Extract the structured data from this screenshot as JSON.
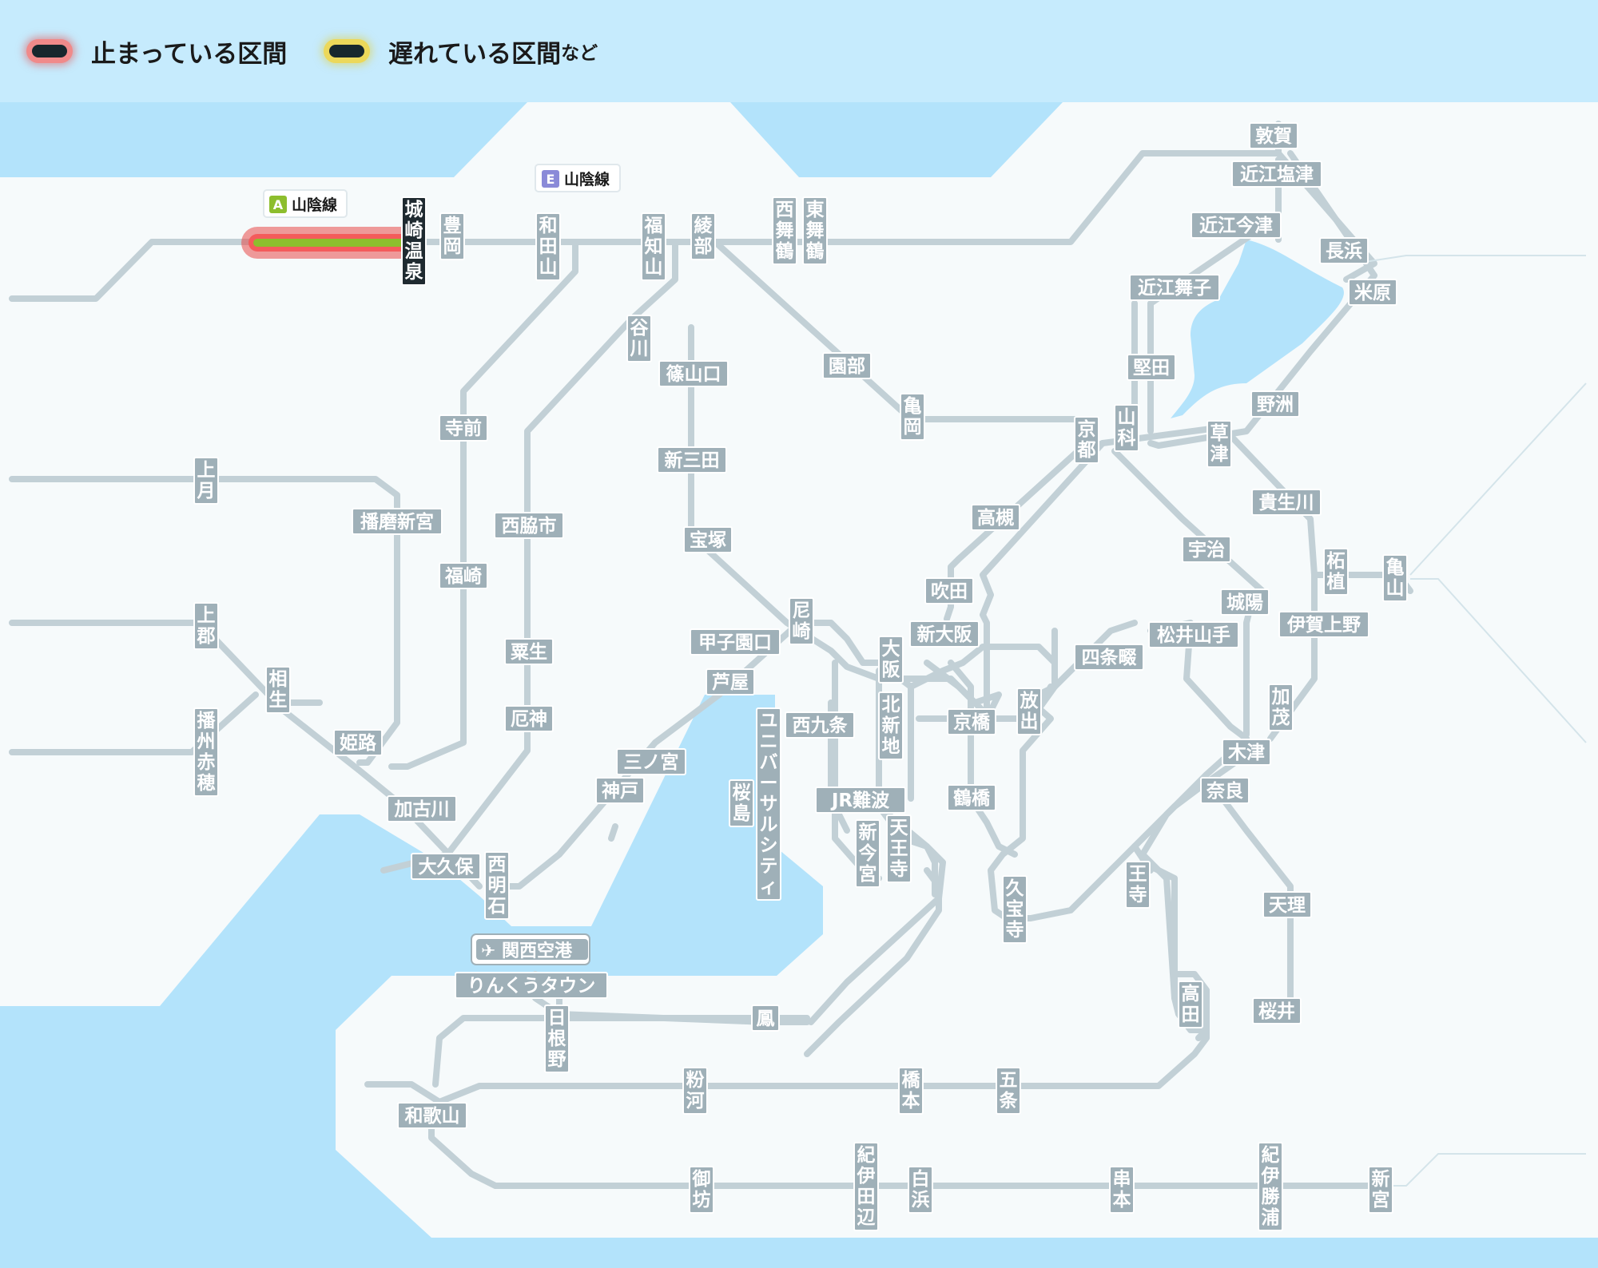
{
  "legend": {
    "stopped": "止まっている区間",
    "delayed": "遅れている区間",
    "delayed_suffix": "など",
    "stopped_color": "#e84a4a",
    "delayed_color": "#e3cf36"
  },
  "line_labels": [
    {
      "badge": "A",
      "name": "山陰線",
      "badge_color": "#8dbe2d"
    },
    {
      "badge": "E",
      "name": "山陰線",
      "badge_color": "#8a8ad8"
    }
  ],
  "airport": {
    "name": "関西空港",
    "icon": "airplane-icon"
  },
  "stations": {
    "kinosaki": "城崎温泉",
    "toyooka": "豊岡",
    "wadayama": "和田山",
    "fukuchiyama": "福知山",
    "ayabe": "綾部",
    "nishimaizuru": "西舞鶴",
    "higashimaizuru": "東舞鶴",
    "tsuruga": "敦賀",
    "omishiotsu": "近江塩津",
    "omiimazu": "近江今津",
    "nagahama": "長浜",
    "maibara": "米原",
    "omimaiko": "近江舞子",
    "katata": "堅田",
    "yasu": "野洲",
    "kusatsu": "草津",
    "yamashina": "山科",
    "kyoto": "京都",
    "sonobe": "園部",
    "kameoka": "亀岡",
    "tanigawa": "谷川",
    "sasayamaguchi": "篠山口",
    "shinsanda": "新三田",
    "takarazuka": "宝塚",
    "teramae": "寺前",
    "kozuki": "上月",
    "harimashingu": "播磨新宮",
    "nishiwakishi": "西脇市",
    "fukusaki": "福崎",
    "kamigori": "上郡",
    "aioi": "相生",
    "banshuako": "播州赤穂",
    "himeji": "姫路",
    "ao": "粟生",
    "yakujin": "厄神",
    "kakogawa": "加古川",
    "okubo": "大久保",
    "nishiakashi": "西明石",
    "sannomiya": "三ノ宮",
    "kobe": "神戸",
    "ashiya": "芦屋",
    "koshienguchi": "甲子園口",
    "amagasaki": "尼崎",
    "takatsuki": "高槻",
    "suita": "吹田",
    "shinosaka": "新大阪",
    "osaka": "大阪",
    "kitashinchi": "北新地",
    "nishikujo": "西九条",
    "universal": "ユニバーサルシティ",
    "sakurajima": "桜島",
    "kyobashi": "京橋",
    "hanaten": "放出",
    "tsuruhashi": "鶴橋",
    "jrnamba": "JR難波",
    "shinimamiya": "新今宮",
    "tennoji": "天王寺",
    "kyuhoji": "久宝寺",
    "shijonawate": "四条畷",
    "matsuiyamate": "松井山手",
    "uji": "宇治",
    "joyo": "城陽",
    "kizu": "木津",
    "nara": "奈良",
    "oji": "王寺",
    "tenri": "天理",
    "takada": "高田",
    "sakurai": "桜井",
    "kibukawa": "貴生川",
    "tsuge": "柘植",
    "kameyama": "亀山",
    "igaueno": "伊賀上野",
    "kamo": "加茂",
    "rinku": "りんくうタウン",
    "hineno": "日根野",
    "otori": "鳳",
    "wakayama": "和歌山",
    "kokawa": "粉河",
    "hashimoto": "橋本",
    "gojo": "五条",
    "gobo": "御坊",
    "kiitanabe": "紀伊田辺",
    "shirahama": "白浜",
    "kushimoto": "串本",
    "kiikatsuura": "紀伊勝浦",
    "shingu": "新宮"
  }
}
